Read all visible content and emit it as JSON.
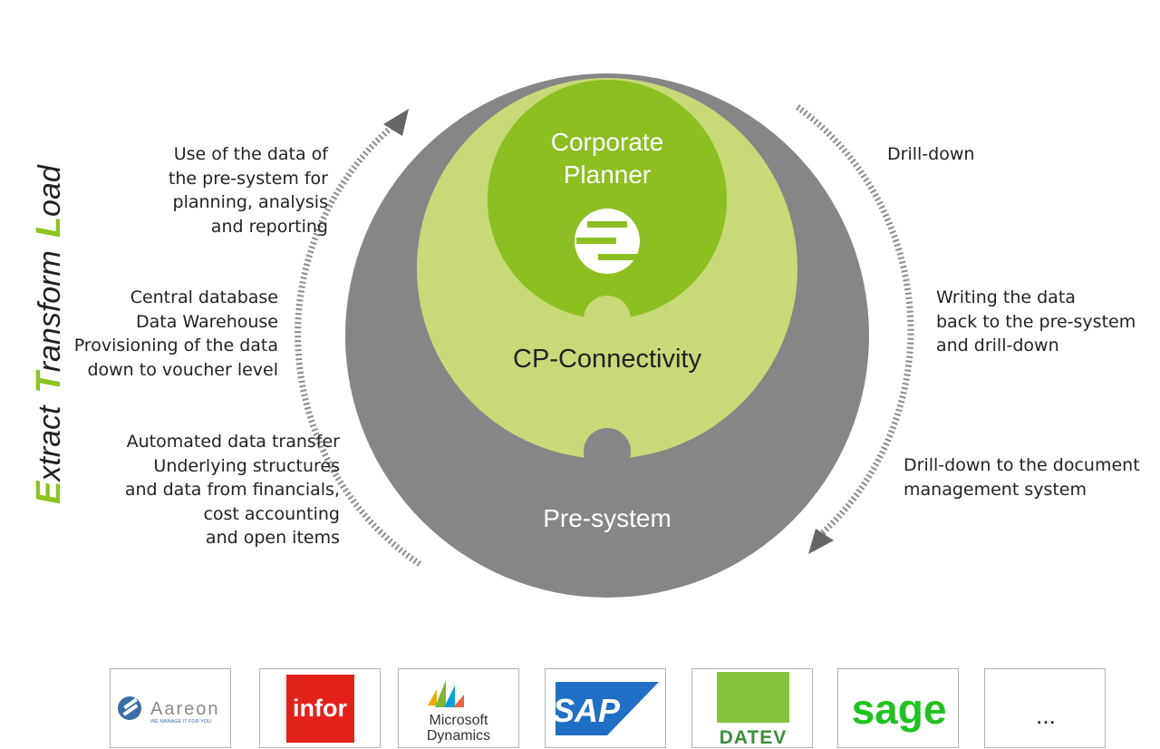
{
  "etl": {
    "letters": [
      "E",
      "T",
      "L"
    ],
    "rests": [
      "xtract",
      "ransform",
      "oad"
    ],
    "accent_color": "#8dc21f"
  },
  "circles": {
    "outer_label": "Pre-system",
    "middle_label": "CP-Connectivity",
    "inner_label_line1": "Corporate",
    "inner_label_line2": "Planner",
    "colors": {
      "outer": "#868686",
      "middle": "#c8d978",
      "inner": "#8dbe22"
    }
  },
  "left_texts": [
    [
      "Use of the data of",
      "the pre-system for",
      "planning, analysis",
      "and reporting"
    ],
    [
      "Central database",
      "Data Warehouse",
      "Provisioning of the data",
      "down to voucher level"
    ],
    [
      "Automated data transfer",
      "Underlying structures",
      "and data from financials,",
      "cost accounting",
      "and open items"
    ]
  ],
  "right_texts": [
    [
      "Drill-down"
    ],
    [
      "Writing the data",
      "back to the pre-system",
      "and drill-down"
    ],
    [
      "Drill-down to the document",
      "management system"
    ]
  ],
  "logos": {
    "aareon": {
      "name": "Aareon",
      "tagline": "WE MANAGE IT FOR YOU"
    },
    "infor": {
      "name": "infor"
    },
    "microsoft": {
      "line1": "Microsoft",
      "line2": "Dynamics"
    },
    "sap": {
      "name": "SAP"
    },
    "datev": {
      "name": "DATEV"
    },
    "sage": {
      "name": "sage"
    },
    "more": {
      "name": "..."
    }
  }
}
